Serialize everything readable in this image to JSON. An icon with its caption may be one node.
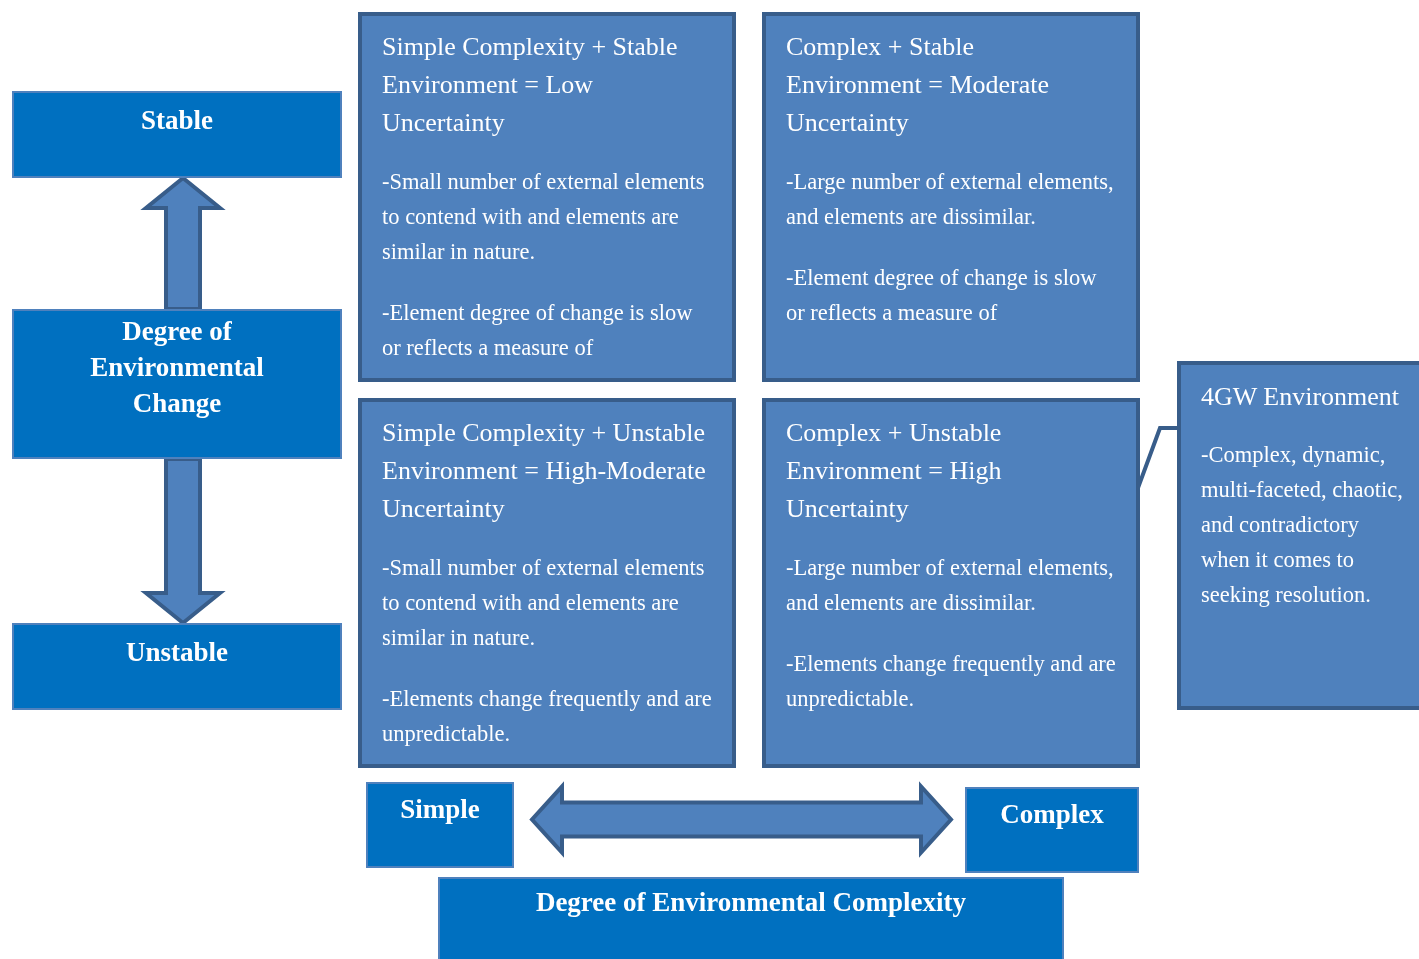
{
  "diagram": {
    "nodes": [
      {
        "text": [
          "Stable"
        ]
      },
      {
        "text": [
          "Degree of Environmental Change"
        ]
      },
      {
        "text": [
          "Unstable"
        ]
      },
      {
        "text": [
          "Simple Complexity + Stable Environment = Low Uncertainty",
          "-Small number of external elements to contend with and elements are similar in nature.",
          "-Element degree of change is slow or reflects a measure of"
        ]
      },
      {
        "text": [
          "Complex + Stable Environment = Moderate Uncertainty",
          "-Large number of external elements, and elements are dissimilar.",
          "-Element degree of change is slow or reflects a measure of"
        ]
      },
      {
        "text": [
          "Simple Complexity + Unstable Environment = High-Moderate Uncertainty",
          "-Small number of external elements to contend with and elements are similar in nature.",
          "-Elements change frequently and are unpredictable."
        ]
      },
      {
        "text": [
          "Complex + Unstable Environment = High Uncertainty",
          "-Large number of external elements, and elements are dissimilar.",
          "-Elements change frequently and are unpredictable."
        ]
      },
      {
        "text": [
          "4GW Environment",
          "-Complex, dynamic, multi-faceted, chaotic, and contradictory when it comes to seeking resolution."
        ]
      },
      {
        "text": [
          "Simple"
        ]
      },
      {
        "text": [
          "Complex"
        ]
      },
      {
        "text": [
          "Degree of Environmental Complexity"
        ]
      }
    ],
    "edges": [
      {
        "from": 1,
        "to": 0,
        "arrow": "to"
      },
      {
        "from": 1,
        "to": 2,
        "arrow": "to"
      },
      {
        "from": 8,
        "to": 9,
        "arrow": "both"
      },
      {
        "from": 7,
        "to": 6,
        "arrow": "none"
      }
    ]
  }
}
